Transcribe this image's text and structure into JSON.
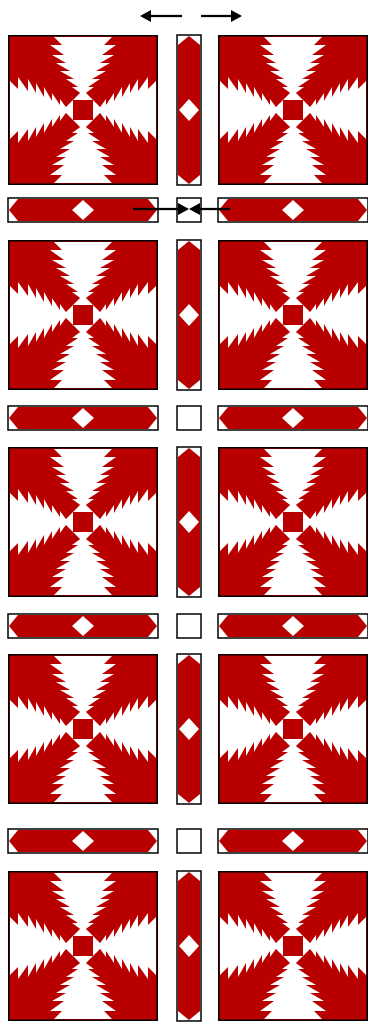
{
  "diagram": {
    "rows": 5,
    "columns": 2,
    "colors": {
      "block_red": "#b80000",
      "background_white": "#ffffff",
      "outline": "#000000"
    },
    "block_motif": "pine-burr-block",
    "sashing_motif": "diamond-sashing",
    "cornerstone_motif": "white-cornerstone",
    "arrows": {
      "top": [
        "arrow-left-icon",
        "arrow-right-icon"
      ],
      "cornerstone_1": [
        "arrow-right-icon",
        "arrow-left-icon"
      ]
    }
  }
}
